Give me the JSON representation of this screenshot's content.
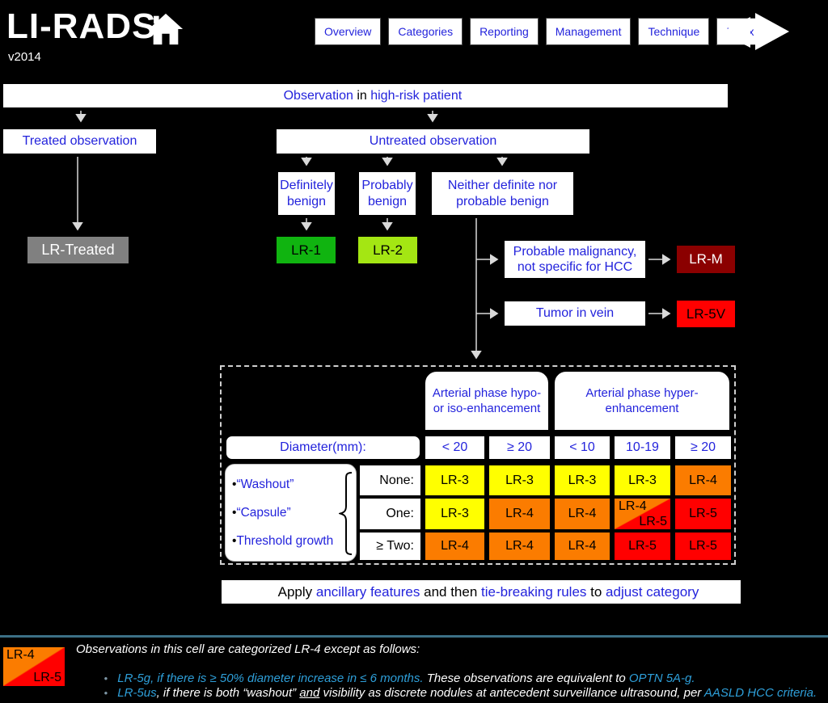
{
  "header": {
    "logo": "LI-RADS",
    "version": "v2014",
    "nav": [
      "Overview",
      "Categories",
      "Reporting",
      "Management",
      "Technique",
      "Index"
    ]
  },
  "flowchart": {
    "observation": {
      "s1": "Observation",
      "s2": " in ",
      "s3": "high-risk patient"
    },
    "treated": "Treated observation",
    "untreated": "Untreated observation",
    "definitely": "Definitely benign",
    "probably": "Probably benign",
    "neither": "Neither definite nor probable benign",
    "lr_treated": "LR-Treated",
    "lr1": "LR-1",
    "lr2": "LR-2",
    "prob_malig": "Probable malignancy, not specific for HCC",
    "lrm": "LR-M",
    "tumor_vein": "Tumor in vein",
    "lr5v": "LR-5V"
  },
  "table": {
    "col_groups": [
      "Arterial phase hypo- or iso-enhancement",
      "Arterial phase hyper-enhancement"
    ],
    "diameter_label": "Diameter(mm):",
    "diameter_cols": [
      "< 20",
      "≥ 20",
      "< 10",
      "10-19",
      "≥ 20"
    ],
    "bullet": "•",
    "features": [
      "“Washout”",
      "“Capsule”",
      "Threshold growth"
    ],
    "rows": [
      {
        "label": "None:",
        "cells": [
          {
            "text": "LR-3"
          },
          {
            "text": "LR-3"
          },
          {
            "text": "LR-3"
          },
          {
            "text": "LR-3"
          },
          {
            "text": "LR-4"
          }
        ]
      },
      {
        "label": "One:",
        "cells": [
          {
            "text": "LR-3"
          },
          {
            "text": "LR-4"
          },
          {
            "text": "LR-4"
          },
          {
            "text": "LR-4",
            "text2": "LR-5",
            "split": true
          },
          {
            "text": "LR-5"
          }
        ]
      },
      {
        "label": "≥ Two:",
        "cells": [
          {
            "text": "LR-4"
          },
          {
            "text": "LR-4"
          },
          {
            "text": "LR-4"
          },
          {
            "text": "LR-5"
          },
          {
            "text": "LR-5"
          }
        ]
      }
    ],
    "category_colors": {
      "LR-1": "#10B410",
      "LR-2": "#A4E613",
      "LR-3": "#FFFF00",
      "LR-4": "#FB7C00",
      "LR-5": "#FF0000",
      "LR-M": "#8B0000",
      "LR-Treated": "#808080"
    }
  },
  "banner": {
    "s1": "Apply ",
    "s2": "ancillary features",
    "s3": " and then ",
    "s4": "tie-breaking rules",
    "s5": " to ",
    "s6": "adjust category"
  },
  "footer": {
    "legend": {
      "top": "LR-4",
      "bottom": "LR-5"
    },
    "intro": "Observations in this cell are categorized LR-4 except as follows:",
    "bullet": "•",
    "b1": {
      "s1": "LR-5g, if there is ≥ 50% diameter increase in ≤ 6 months.",
      "s2": " These observations are equivalent to ",
      "s3": "OPTN 5A-g."
    },
    "b2": {
      "s1": "LR-5us",
      "s2": ", if there is both “washout” ",
      "s3": "and",
      "s4": " visibility as discrete nodules at antecedent surveillance ultrasound, per ",
      "s5": "AASLD HCC criteria."
    }
  },
  "colors": {
    "link_blue": "#2323DC",
    "light_blue": "#2E9FD9",
    "footer_rule": "#3C7086"
  }
}
